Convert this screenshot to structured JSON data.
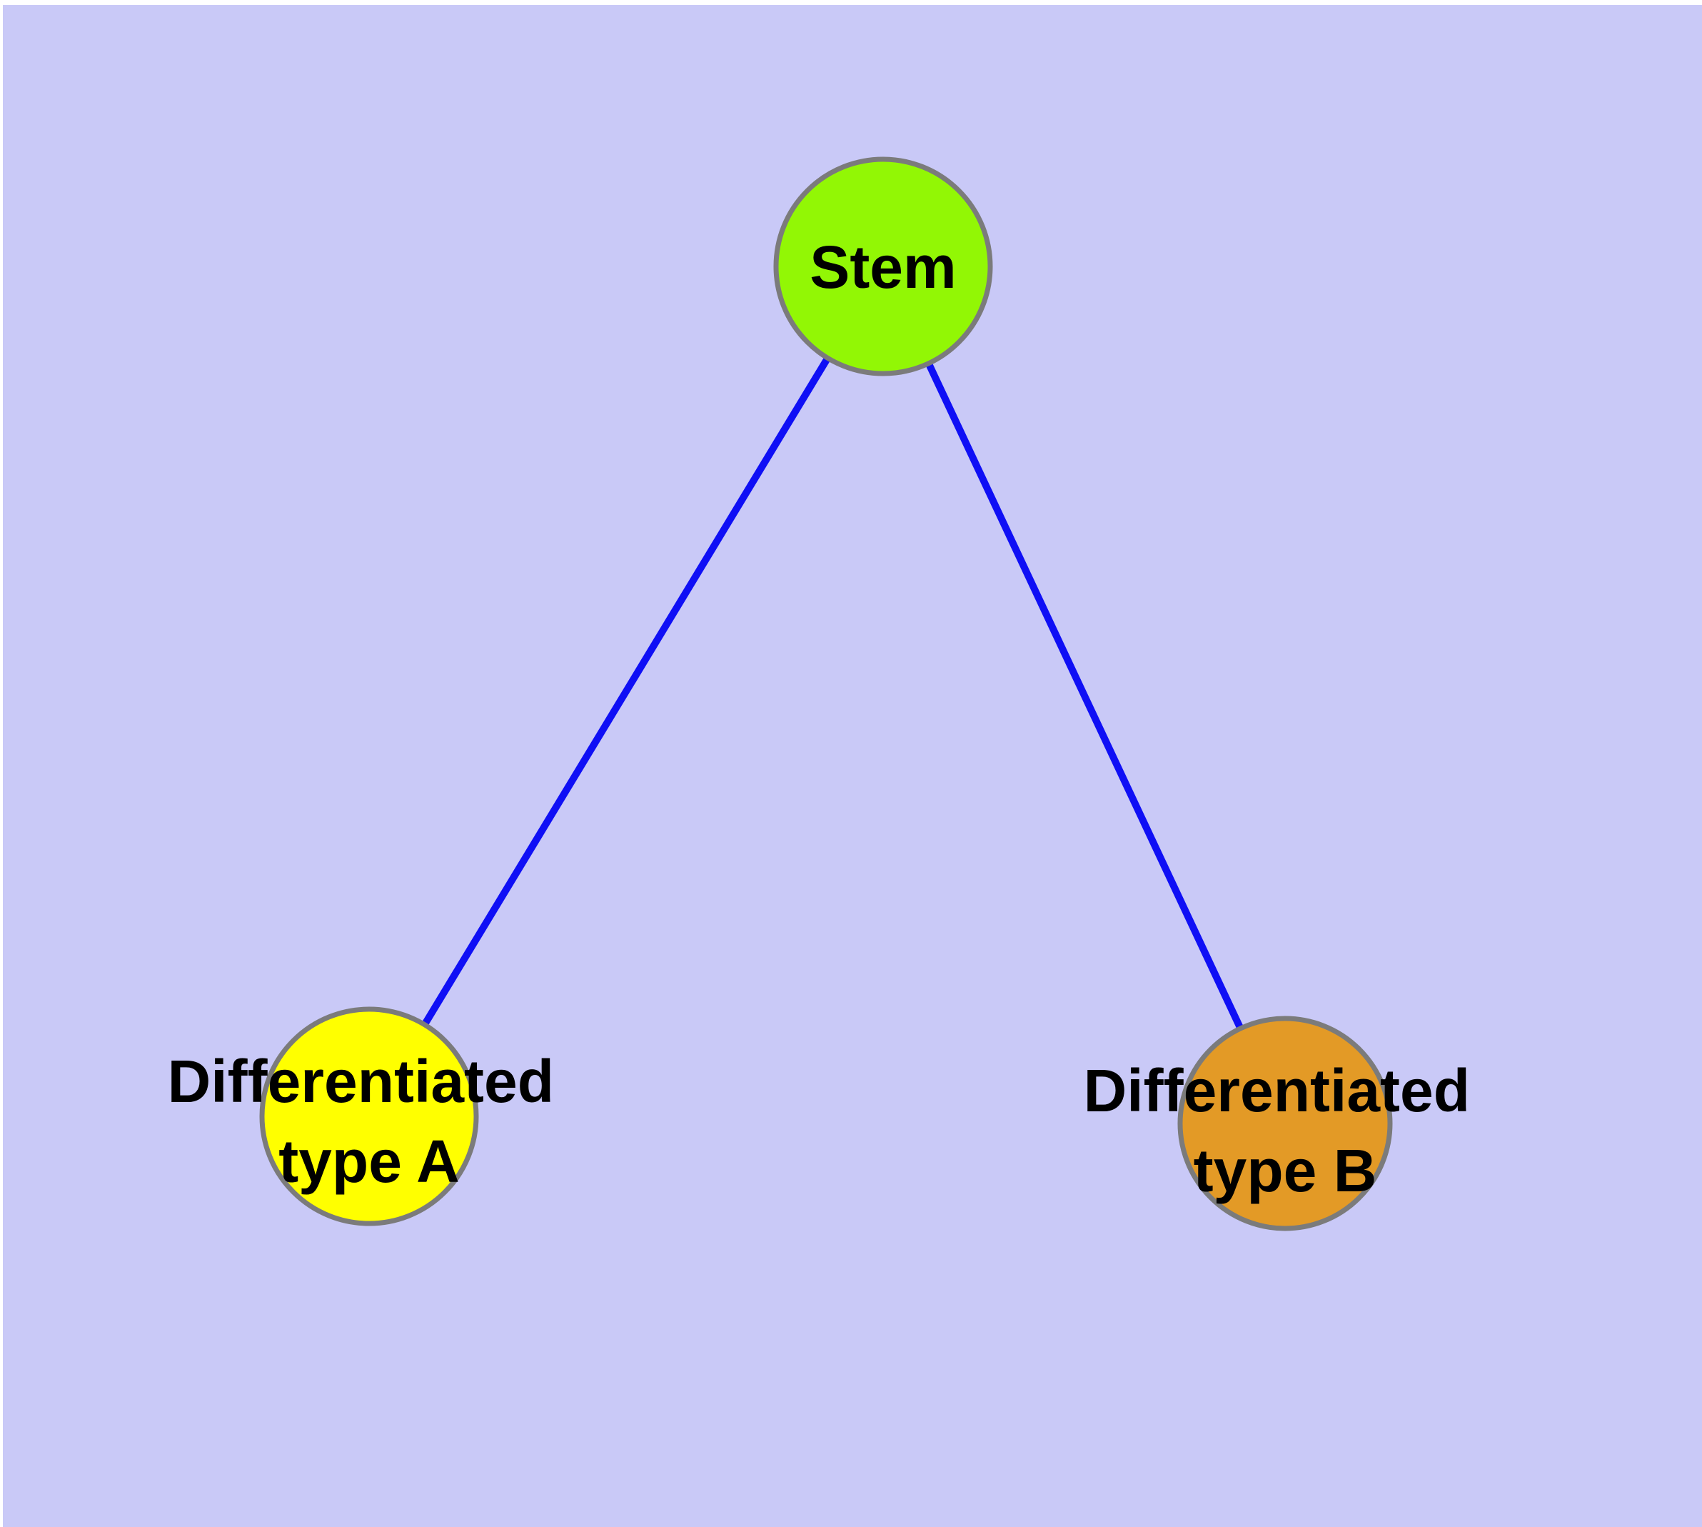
{
  "diagram": {
    "type": "graph",
    "background_color": "#C9C9F7",
    "margin_color": "#FFFFFF",
    "edge_color": "#0F0FF5",
    "node_border_color": "#7B7B7B",
    "label_color": "#000000",
    "nodes": [
      {
        "id": "stem",
        "label": "Stem",
        "color": "#92F705"
      },
      {
        "id": "differentiated-type-a",
        "label": "Differentiated type A",
        "label_line1": "Differentiated",
        "label_line2": "type A",
        "color": "#FFFF00"
      },
      {
        "id": "differentiated-type-b",
        "label": "Differentiated type B",
        "label_line1": "Differentiated",
        "label_line2": "type B",
        "color": "#E39A26"
      }
    ],
    "edges": [
      {
        "from": "Stem",
        "to": "Differentiated type A"
      },
      {
        "from": "Stem",
        "to": "Differentiated type B"
      }
    ]
  }
}
